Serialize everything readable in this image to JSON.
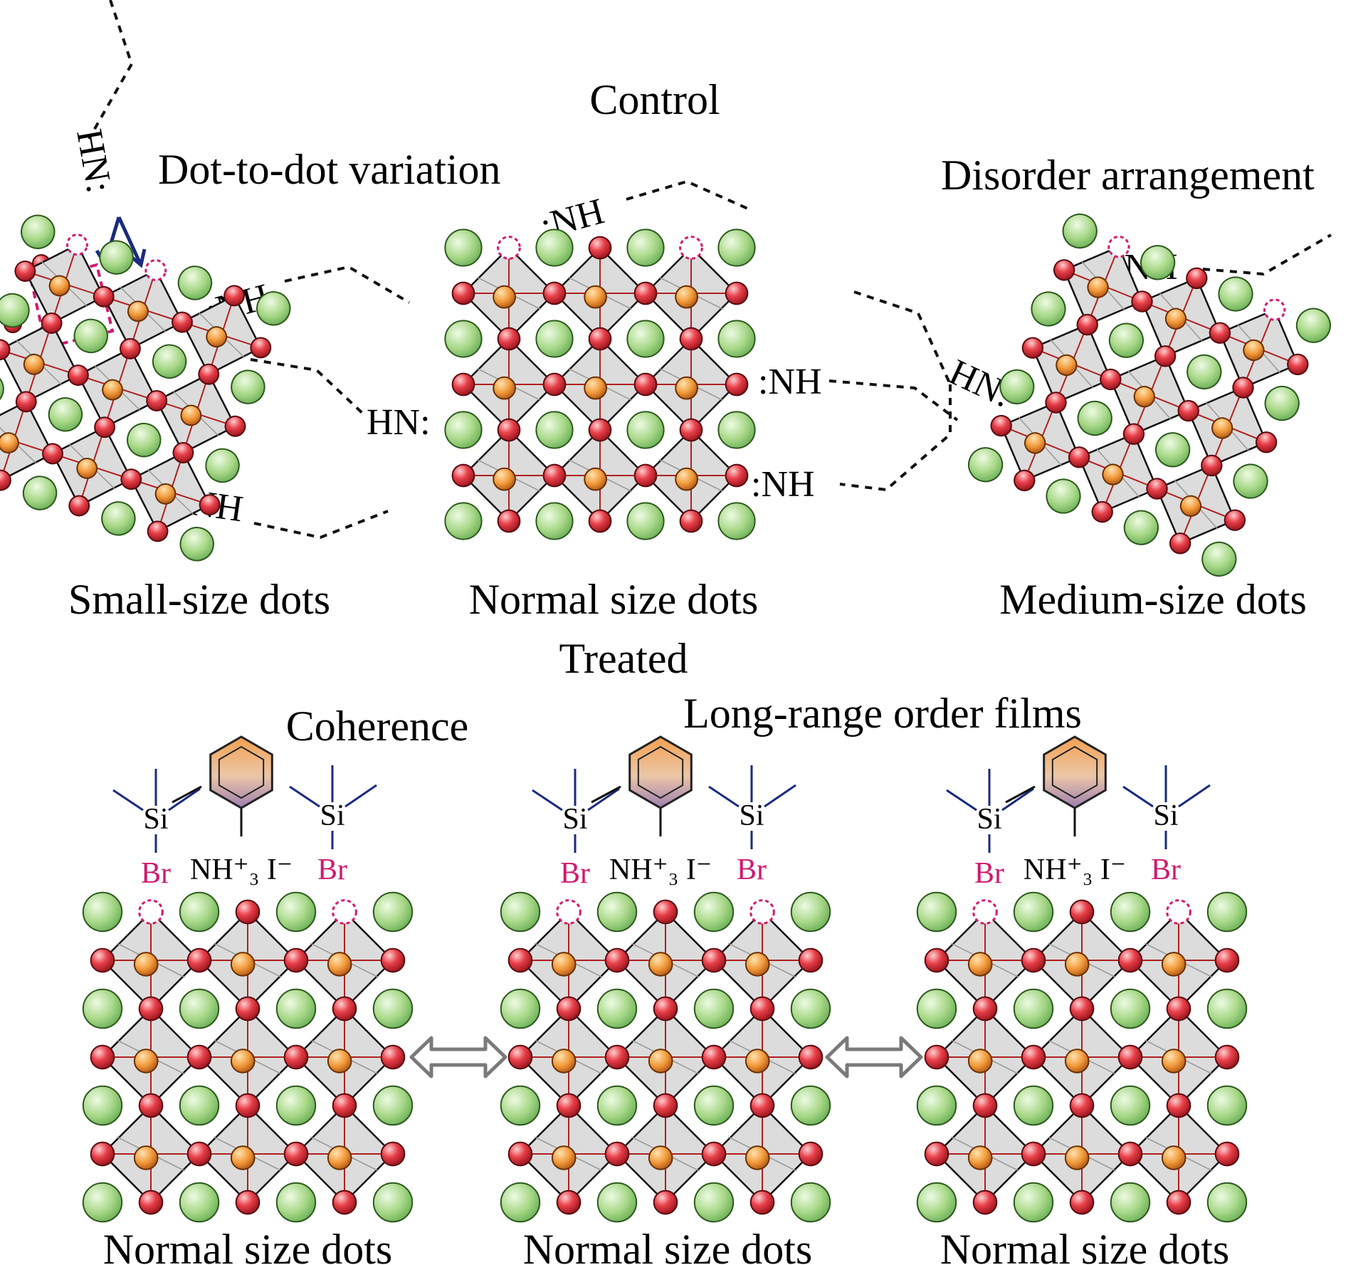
{
  "figure": {
    "section_titles": {
      "control": "Control",
      "treated": "Treated"
    },
    "control": {
      "annotations": {
        "dot_variation": "Dot-to-dot variation",
        "disorder": "Disorder arrangement"
      },
      "panels": [
        {
          "label": "Small-size dots"
        },
        {
          "label": "Normal size dots"
        },
        {
          "label": "Medium-size dots"
        }
      ],
      "ligand_labels": {
        "nh": ":NH",
        "hn": "HN:"
      }
    },
    "treated": {
      "annotations": {
        "coherence": "Coherence",
        "long_range": "Long-range order films"
      },
      "panels": [
        {
          "label": "Normal size dots"
        },
        {
          "label": "Normal size dots"
        },
        {
          "label": "Normal size dots"
        }
      ],
      "chem": {
        "si": "Si",
        "br": "Br",
        "ammonium": "NH⁺₃ I⁻"
      }
    },
    "colors": {
      "cation_green": "#9fd27e",
      "halide_red": "#e0303a",
      "metal_orange": "#f0a040",
      "octahedron_gray": "#d9d9d9",
      "vacancy_marker": "#d0196f",
      "arrow_navy": "#1a2a80",
      "bromine_magenta": "#d0196f"
    }
  }
}
